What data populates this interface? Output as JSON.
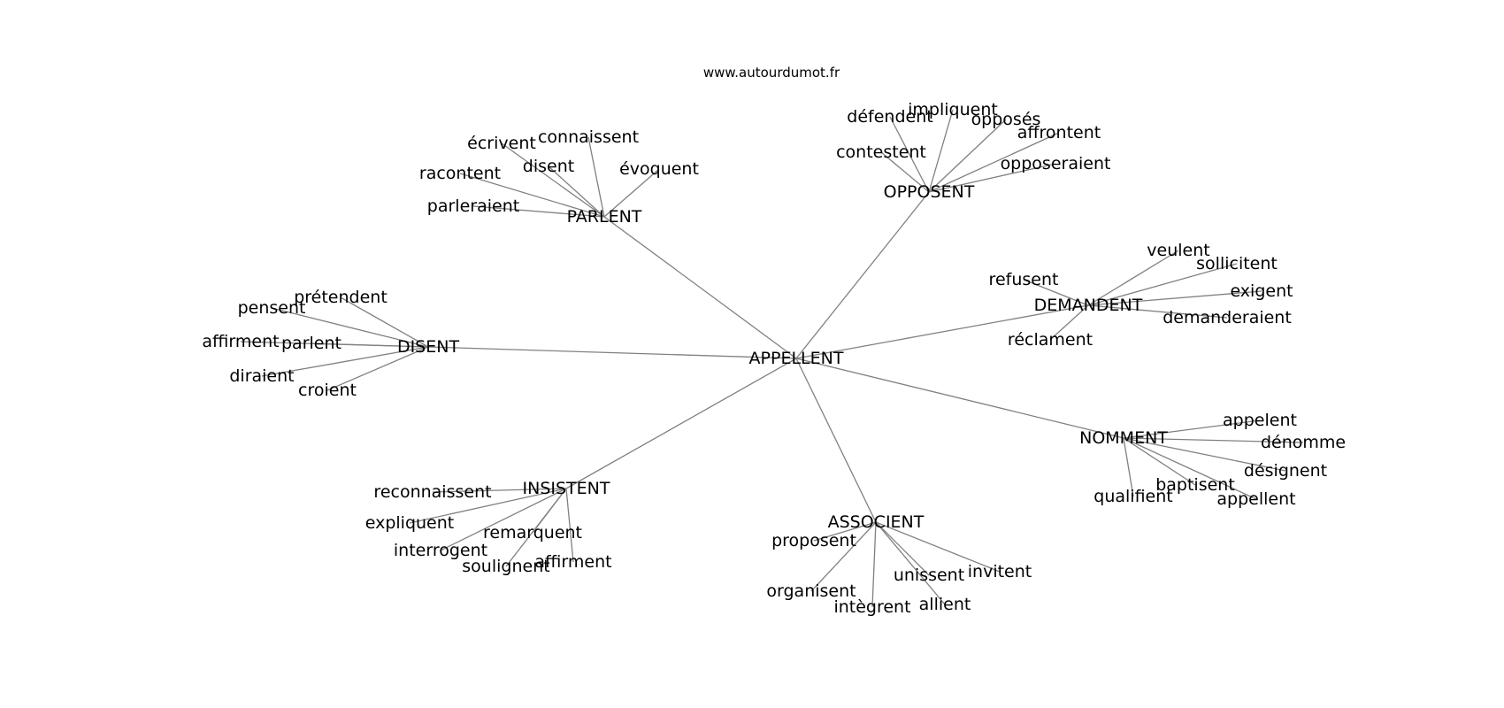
{
  "credit": "www.autourdumot.fr",
  "graph": {
    "center": "APPELLENT",
    "groups": [
      {
        "hub": "PARLENT",
        "leaves": [
          "écrivent",
          "connaissent",
          "disent",
          "évoquent",
          "racontent",
          "parleraient"
        ]
      },
      {
        "hub": "OPPOSENT",
        "leaves": [
          "défendent",
          "impliquent",
          "opposés",
          "affrontent",
          "contestent",
          "opposeraient"
        ]
      },
      {
        "hub": "DEMANDENT",
        "leaves": [
          "veulent",
          "sollicitent",
          "refusent",
          "exigent",
          "demanderaient",
          "réclament"
        ]
      },
      {
        "hub": "DISENT",
        "leaves": [
          "prétendent",
          "pensent",
          "affirment",
          "parlent",
          "diraient",
          "croient"
        ]
      },
      {
        "hub": "NOMMENT",
        "leaves": [
          "appelent",
          "dénomme",
          "désignent",
          "baptisent",
          "qualifient",
          "appellent"
        ]
      },
      {
        "hub": "INSISTENT",
        "leaves": [
          "reconnaissent",
          "expliquent",
          "remarquent",
          "interrogent",
          "soulignent",
          "affirment"
        ]
      },
      {
        "hub": "ASSOCIENT",
        "leaves": [
          "proposent",
          "unissent",
          "invitent",
          "organisent",
          "intègrent",
          "allient"
        ]
      }
    ]
  }
}
